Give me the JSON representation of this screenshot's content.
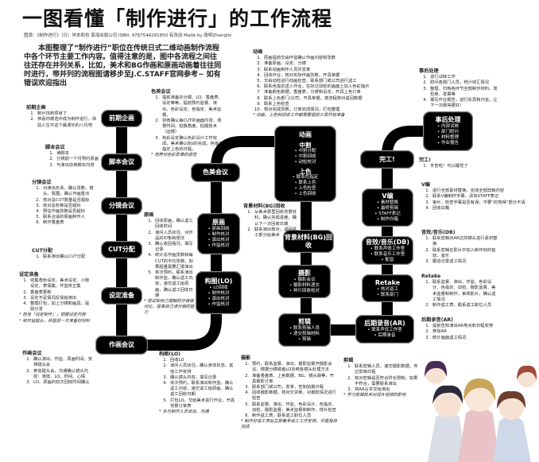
{
  "header": {
    "title": "一图看懂「制作进行」的工作流程",
    "source": "图源：《制作进行》（日）舛本和也 南海出版公司 ISBN: 9787544281850 有改动 Made by 政明Zhenglin",
    "intro": "本图整理了“制作进行”职位在传统日式二维动画制作流程中各个环节主要工作内容。值得注意的是，图中各流程之间往往还存在并列关系，比如，美术和BG作画和原画动画着往往同时进行，带并列的流程图请移步至J.C.STAFF官网参考~ 如有错误欢迎指出"
  },
  "nodes": {
    "qianqi": {
      "title": "前期企画"
    },
    "jiaoben": {
      "title": "脚本会议"
    },
    "fenjing": {
      "title": "分镜会议"
    },
    "cut": {
      "title": "CUT分配"
    },
    "sheding": {
      "title": "设定准备"
    },
    "zuohua": {
      "title": "作画会议"
    },
    "semei": {
      "title": "色美会议"
    },
    "yuanhua": {
      "title": "原画",
      "bullets": [
        "原画回收",
        "制作核对",
        "演出核对",
        "作监核对"
      ]
    },
    "goutu": {
      "title": "构图(LO)",
      "bullets": [
        "LO回收",
        "制作核对",
        "演出核对",
        "作监核对"
      ]
    },
    "donghua": {
      "title": "动画",
      "groups": [
        {
          "title": "中割",
          "bullets": [
            "中割分配",
            "中割回收",
            "动检校对"
          ]
        },
        {
          "title": "上色",
          "bullets": [
            "联系色指定",
            "联系上色",
            "上色检查",
            "上色回收"
          ]
        }
      ]
    },
    "beijing": {
      "title": "背景材料(BG)回收"
    },
    "sheying": {
      "title": "摄影",
      "bullets": [
        "摄影会议",
        "摄影材料递交",
        "样片回收校对"
      ]
    },
    "jianji": {
      "title": "剪辑",
      "bullets": [
        "联系剪辑人员",
        "递交剪辑材料",
        "剪辑"
      ]
    },
    "houqi": {
      "title": "后期录音(AR)",
      "bullets": [
        "联系声优工作室",
        "后期录音"
      ]
    },
    "retake": {
      "title": "Retake",
      "bullets": [
        "核对返工",
        "联系部门"
      ]
    },
    "yinxiao": {
      "title": "音效/音乐(DB)",
      "bullets": [
        "联系声效工作室",
        "联系音乐工作室",
        "配音"
      ]
    },
    "vbian": {
      "title": "V编",
      "bullets": [
        "素材替换",
        "最终剪辑",
        "STAFF表记",
        "制作白箱"
      ]
    },
    "wangong": {
      "title": "完工!"
    },
    "shihou": {
      "title": "事后处理",
      "bullets": [
        "内部试映",
        "部门慰问",
        "材料整理",
        "作业报告"
      ]
    }
  },
  "sections": {
    "qianqi": {
      "title": "前期企画",
      "items": [
        "制片找到项目了",
        "恭喜你被选中成为制作进行，体验人生中这个最漫长的八月吧"
      ]
    },
    "jiaoben": {
      "title": "脚本会议",
      "items": [
        "读脚本",
        "分镜前一个月预约原画",
        "与演出协商脚本内容"
      ]
    },
    "fenjing": {
      "title": "分镜会议",
      "items": [
        "对演出负责，确认张数、镜头、氛围，确认作画重点",
        "核对总CUT数量是否超标",
        "核对总秒数是否超标",
        "预估作画张数是否超标",
        "联系合适的原画制作人",
        "制作香盘表"
      ]
    },
    "cut": {
      "title": "CUT分配",
      "items": [
        "联系演出确认CUT分配"
      ]
    },
    "sheding": {
      "title": "设定准备",
      "items": [
        "收集角色设定、美术设定、小物设定、表情集、作监修正集",
        "香盘表更新",
        "设定不足情况反馈给演出",
        "整理打包，加上分镜和画具，提前分发"
      ],
      "notes": [
        "担当「设定制作」，把握设定内容",
        "和作监碰头，并提前一天准备好材料"
      ]
    },
    "zuohua": {
      "title": "作画会议",
      "items": [
        "确认演出、作监、原画时间，安排碰头会",
        "参加碰头会，沟通确认镜头内容：演技、LO、时间、心情",
        "LO、原画的初次回收时间确认"
      ]
    },
    "semei": {
      "title": "色美会议",
      "items": [
        "提前准备好分镜、LO、香盘表、设定等等，提前预约监督、演出、色彩设定、色指定、美术监督。",
        "协商确认每CUT的画面内容、场景时间、拍摄角度、拍摄技术（运镜）",
        "色彩设定确认色彩设计工作完成，美术确认BG的完成，色指定指定上色的日程。"
      ],
      "notes": [
        "培养对色彩影像的感觉"
      ]
    },
    "yuanhua": {
      "title": "原画",
      "items": [
        "回收原画，确认返工回收时间",
        "询问人员状况，对作品的印象和想法",
        "确认收回情况，填写记录",
        "统计总作画张数和每CUT的平均张数，如果超量需要汇报演出",
        "依次预约，联系演出和作监，确认返工内容，递交返工给原画，确认返工回收日期"
      ],
      "notes": [
        "尝试和自己理解的分镜做对比，提高自己读分镜的能力"
      ]
    },
    "goutu": {
      "title": "构图(LO)",
      "items": [
        "回收LO",
        "询问人员状况，确认身体状态、其他工作安排",
        "确认镜头内容，填写记录",
        "依次预约，联系演出和作监，确认返工内容，递交返工给原画，确认返工回收日期",
        "打包LO，交给美术进行作业，开具背景订单表"
      ],
      "notes": [
        "多与制作人员谈话、沟通"
      ]
    },
    "donghua": {
      "title": "动画",
      "items": [
        "原画提前交由作监确认作画内容和张数",
        "准备原画、设定、分镜",
        "联系动画制作人员并发单",
        "回收作业，核对实际作画张数，开具单据",
        "交由动检进行动画检查，联系部门或公司进行返工",
        "联系色指定送入作业，在好过动检的画面上加入色彩指示",
        "准备颜色数据，香盘表，分镜和设定，开具上色订单",
        "联系上色部门/公司，开具单据，按流程核对返回数据",
        "联系上色检查",
        "核对完成张数，订单完成情况，打包整理"
      ],
      "notes": [
        "动画、上色和回收工作都需要提前三周开始准备"
      ]
    },
    "beijing": {
      "title": "背景材料(BG)回收",
      "items": [
        "从美术那里回收背景材料，确认完成进度，确认下一次回收日期",
        "联系演出核对，返回返工部分给美术"
      ]
    },
    "sheying": {
      "title": "摄影",
      "items": [
        "预约，联系监督、演出、摄影监督开摄影会议，根据分镜或者LO协商各镜头处理方法",
        "准备香盘表、上色数据、BG、镜头袋等，开具摄影订单",
        "联系部门或公司，发单，告知拍摄日程",
        "回收摄影数据，核对交货单，对摄影情况进行检查",
        "联系监督、演出、作监、色彩设计、色指定、动检、摄影监督、美术监督和制作，样片检查",
        "制作返工表，联系返工职位人员"
      ],
      "notes": [
        "制作好返工表后立即着手返工工作安排，尽量独自完成"
      ]
    },
    "jianji": {
      "title": "剪辑",
      "items": [
        "联系剪辑人员，递交摄影数据，传达剪辑日程",
        "核对剪辑是否符合时长限制，如果不符合，需要联系演出",
        "将AR台本交给演出"
      ],
      "notes": [
        "学习剪辑技术对成片视频的影响"
      ]
    },
    "shihou": {
      "title": "事后处理",
      "items": [
        "进行试映工作",
        "慰问各部门人员，统计收汇情况",
        "整理、归档各环节全部制作材料、发包单、发票等",
        "撰写作业报告，进行反思和内省，让下一次做得更好！"
      ]
    },
    "wangong": {
      "title": "完工!",
      "items": [
        "辛苦啦！可以睡觉了"
      ]
    },
    "vbian": {
      "title": "V编",
      "items": [
        "进行全部素材替换，完成全部剪辑内容",
        "联系V编制作字幕，添加STAFF表记",
        "审片，检查字幕是否有误，不要“的地得”部分不清",
        "回收白箱"
      ]
    },
    "yinxiao": {
      "title": "音效/音乐(DB)",
      "items": [
        "联系剪辑对AR过的镜头进行素材替换",
        "联系剪辑在影片中加入制作好的音效、音乐",
        "跟进记录返工情况"
      ]
    },
    "retake": {
      "title": "Retake",
      "items": [
        "联系监督、演出、作监、色彩设计、色指定、动检、摄影监督、美术监督和制作，审阅影片，确认返工情况",
        "制作返工表，联系返工职位人员"
      ]
    },
    "houqi": {
      "title": "后期录音(AR)",
      "items": [
        "提前告知演出AR地点和日程安排",
        "参加AR",
        "统计画面返工情况"
      ]
    }
  },
  "colors": {
    "flow": "#000000",
    "node_border": "#888888",
    "text": "#222222"
  }
}
